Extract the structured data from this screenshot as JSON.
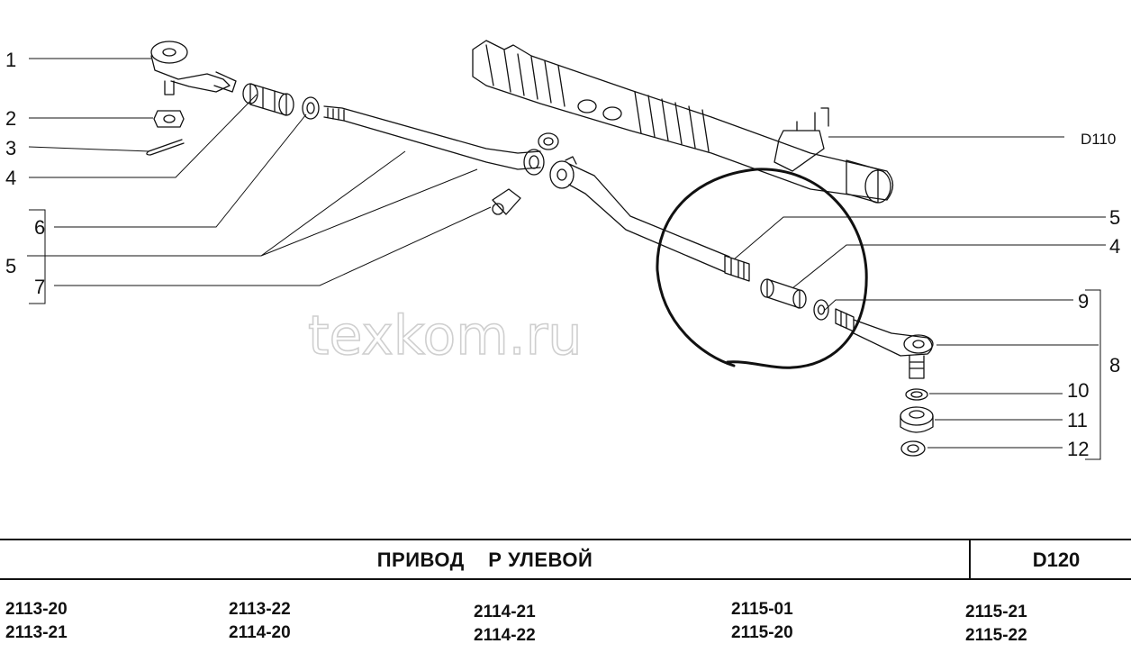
{
  "diagram": {
    "watermark": "texkom.ru",
    "callouts": [
      "1",
      "2",
      "3",
      "4",
      "5",
      "6",
      "7",
      "5",
      "4",
      "9",
      "8",
      "10",
      "11",
      "12"
    ],
    "assembly_label": "D110"
  },
  "footer": {
    "title": "ПРИВОД    Р УЛЕВОЙ",
    "code": "D120",
    "models": [
      [
        "2113-20",
        "2113-21"
      ],
      [
        "2113-22",
        "2114-20"
      ],
      [
        "2114-21",
        "2114-22"
      ],
      [
        "2115-01",
        "2115-20"
      ],
      [
        "2115-21",
        "2115-22"
      ]
    ]
  }
}
